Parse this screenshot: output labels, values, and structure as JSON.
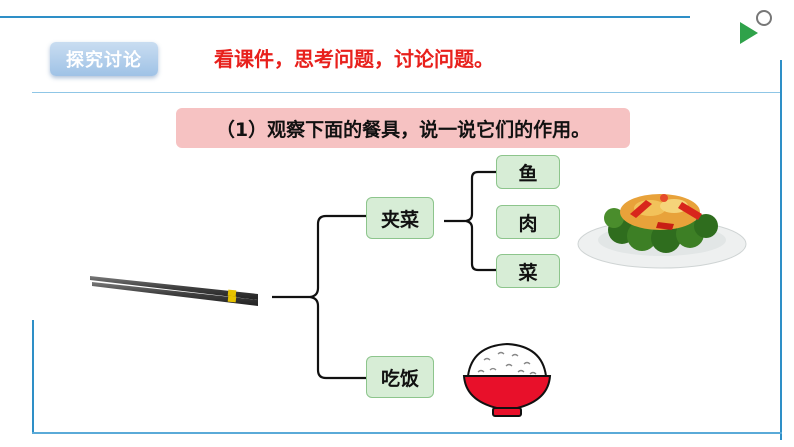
{
  "tag": {
    "label": "探究讨论"
  },
  "instruction": "看课件，思考问题，讨论问题。",
  "question": "（1）观察下面的餐具，说一说它们的作用。",
  "uses": [
    {
      "label": "夹菜",
      "items": [
        "鱼",
        "肉",
        "菜"
      ]
    },
    {
      "label": "吃饭"
    }
  ],
  "images": {
    "utensil": "chopsticks",
    "dish": "broccoli-stir-fry-plate",
    "bowl": "rice-bowl-red"
  },
  "colors": {
    "accent_red": "#e8201c",
    "question_bg": "#f6c2c2",
    "box_bg": "#d7edd6",
    "frame_blue": "#2e8fc7",
    "play_green": "#2fa24a"
  }
}
